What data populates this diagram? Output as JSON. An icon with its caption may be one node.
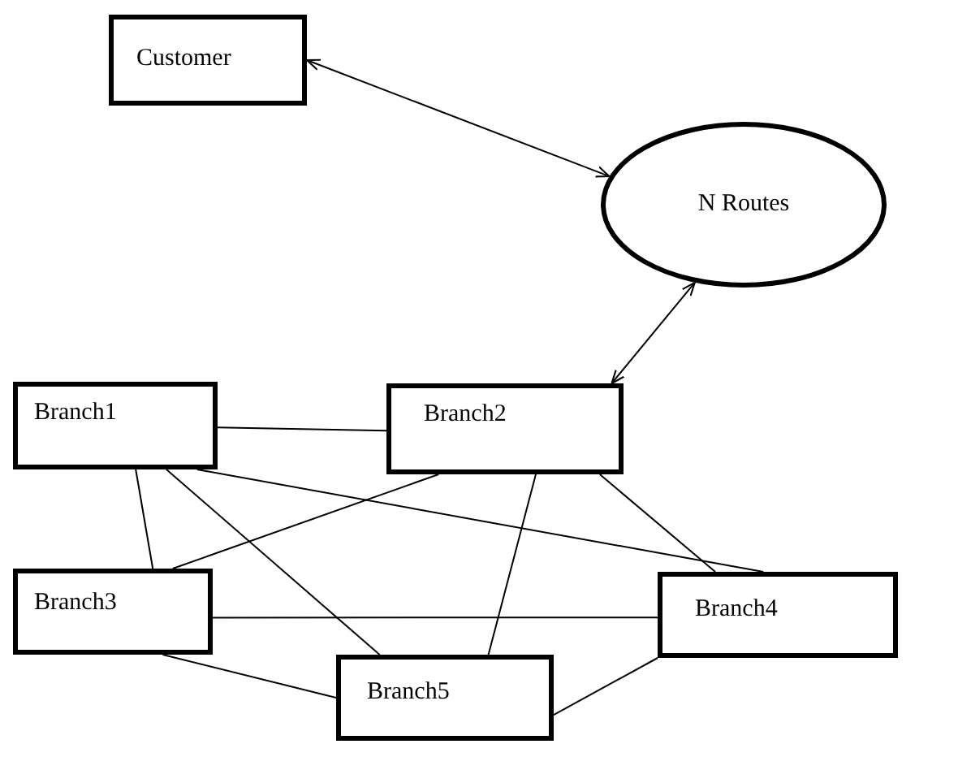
{
  "diagram": {
    "nodes": [
      {
        "text": [
          "Customer"
        ]
      },
      {
        "text": [
          "N Routes"
        ]
      },
      {
        "text": [
          "Branch1"
        ]
      },
      {
        "text": [
          "Branch2"
        ]
      },
      {
        "text": [
          "Branch3"
        ]
      },
      {
        "text": [
          "Branch4"
        ]
      },
      {
        "text": [
          "Branch5"
        ]
      }
    ],
    "edges": [
      {
        "from": 0,
        "to": 1,
        "arrow": "both"
      },
      {
        "from": 1,
        "to": 3,
        "arrow": "both"
      },
      {
        "from": 2,
        "to": 3,
        "arrow": "none"
      },
      {
        "from": 2,
        "to": 4,
        "arrow": "none"
      },
      {
        "from": 2,
        "to": 6,
        "arrow": "none"
      },
      {
        "from": 2,
        "to": 5,
        "arrow": "none"
      },
      {
        "from": 3,
        "to": 4,
        "arrow": "none"
      },
      {
        "from": 3,
        "to": 6,
        "arrow": "none"
      },
      {
        "from": 3,
        "to": 5,
        "arrow": "none"
      },
      {
        "from": 4,
        "to": 5,
        "arrow": "none"
      },
      {
        "from": 4,
        "to": 6,
        "arrow": "none"
      },
      {
        "from": 5,
        "to": 6,
        "arrow": "none"
      }
    ]
  }
}
